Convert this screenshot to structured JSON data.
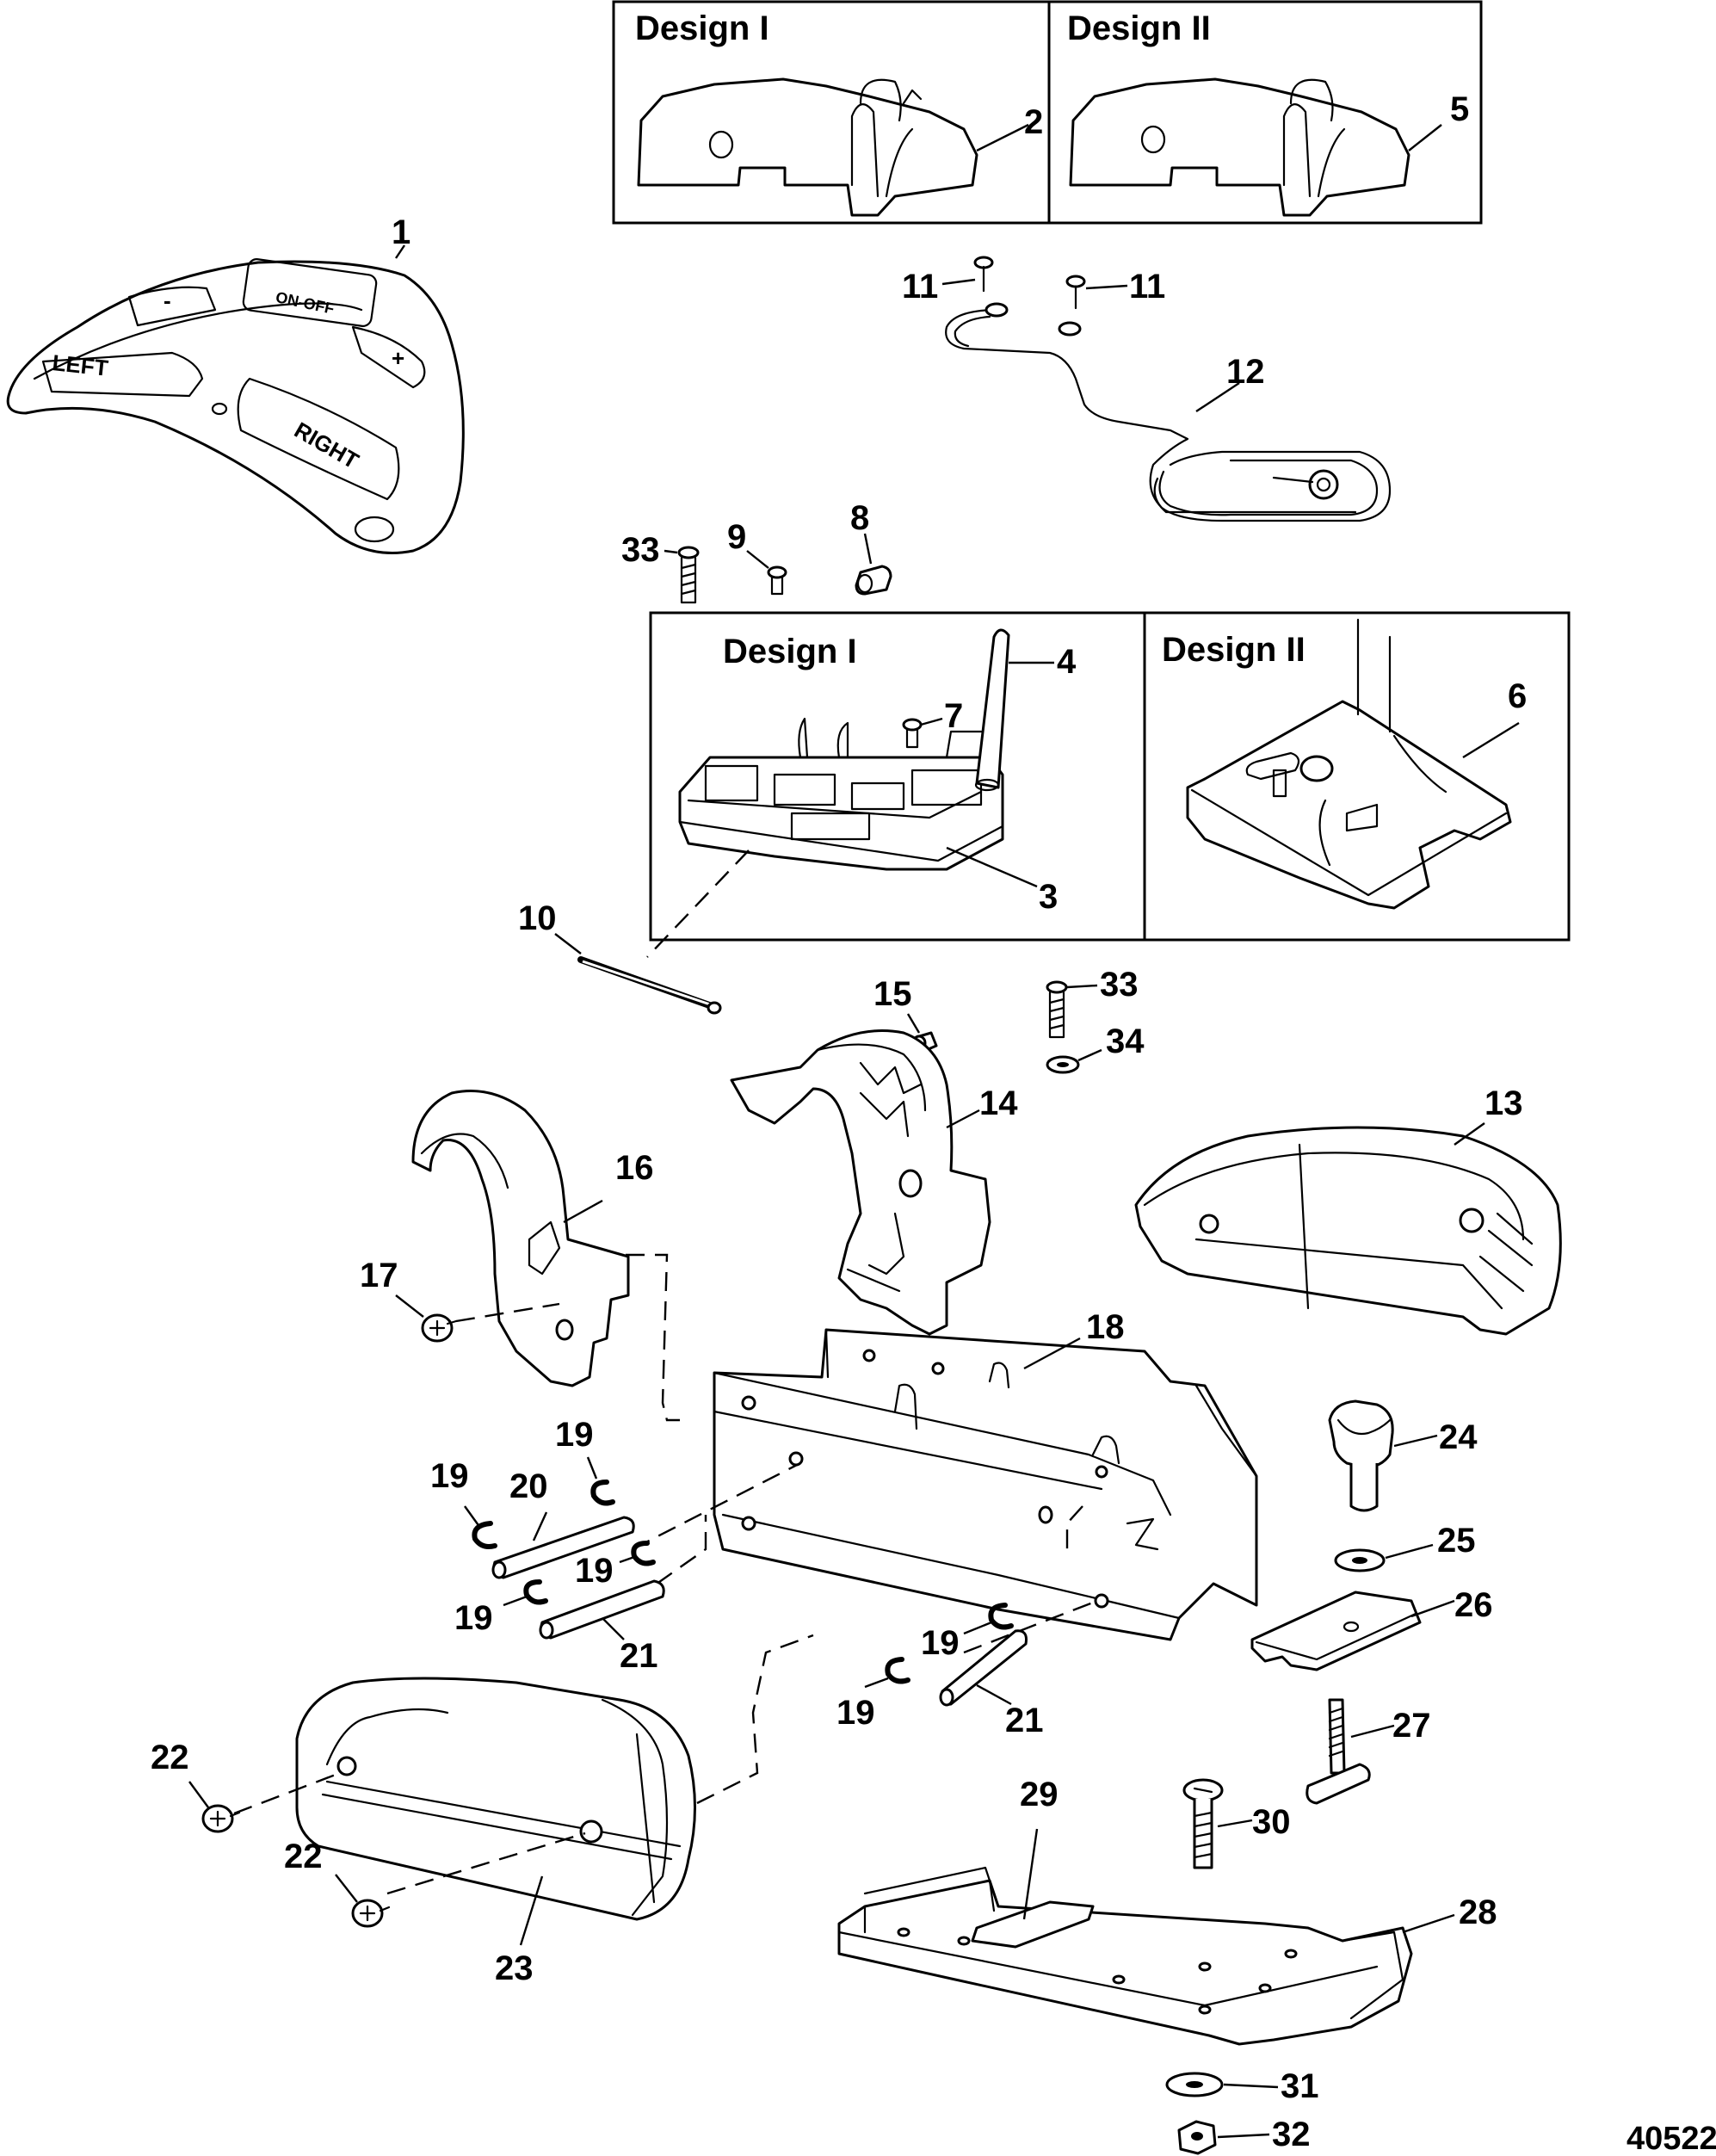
{
  "figure_id": "40522",
  "design_labels": {
    "cover_design_1": "Design I",
    "cover_design_2": "Design II",
    "board_design_1": "Design I",
    "board_design_2": "Design II"
  },
  "remote_labels": {
    "on_off": "ON-OFF",
    "left": "LEFT",
    "right": "RIGHT",
    "minus": "-",
    "plus": "+"
  },
  "callouts": {
    "p1": "1",
    "p2": "2",
    "p3": "3",
    "p4": "4",
    "p5": "5",
    "p6": "6",
    "p7": "7",
    "p8": "8",
    "p9": "9",
    "p10": "10",
    "p11a": "11",
    "p11b": "11",
    "p12": "12",
    "p13": "13",
    "p14": "14",
    "p15": "15",
    "p16": "16",
    "p17": "17",
    "p18": "18",
    "p19a": "19",
    "p19b": "19",
    "p19c": "19",
    "p19d": "19",
    "p19e": "19",
    "p19f": "19",
    "p20": "20",
    "p21a": "21",
    "p21b": "21",
    "p22a": "22",
    "p22b": "22",
    "p23": "23",
    "p24": "24",
    "p25": "25",
    "p26": "26",
    "p27": "27",
    "p28": "28",
    "p29": "29",
    "p30": "30",
    "p31": "31",
    "p32": "32",
    "p33a": "33",
    "p33b": "33",
    "p34": "34"
  }
}
